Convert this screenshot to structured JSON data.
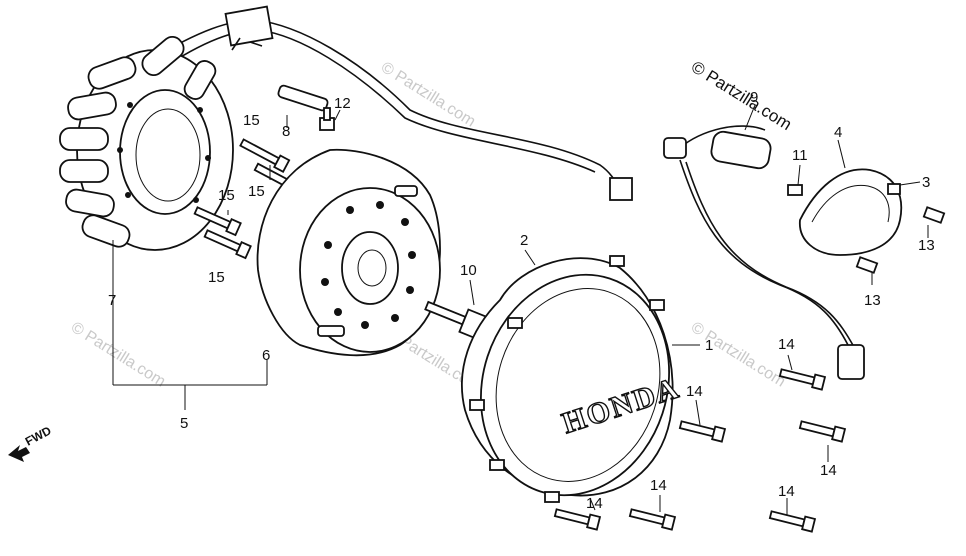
{
  "watermark": {
    "main": "© Partzilla.com",
    "faint": "© Partzilla.com"
  },
  "brand_text": "HONDA",
  "direction_label": "FWD",
  "callouts": {
    "c1": "1",
    "c2": "2",
    "c3": "3",
    "c4": "4",
    "c5": "5",
    "c6": "6",
    "c7": "7",
    "c8": "8",
    "c9": "9",
    "c10": "10",
    "c11": "11",
    "c12": "12",
    "c13a": "13",
    "c13b": "13",
    "c14a": "14",
    "c14b": "14",
    "c14c": "14",
    "c14d": "14",
    "c14e": "14",
    "c14f": "14",
    "c15a": "15",
    "c15b": "15",
    "c15c": "15",
    "c15d": "15"
  }
}
